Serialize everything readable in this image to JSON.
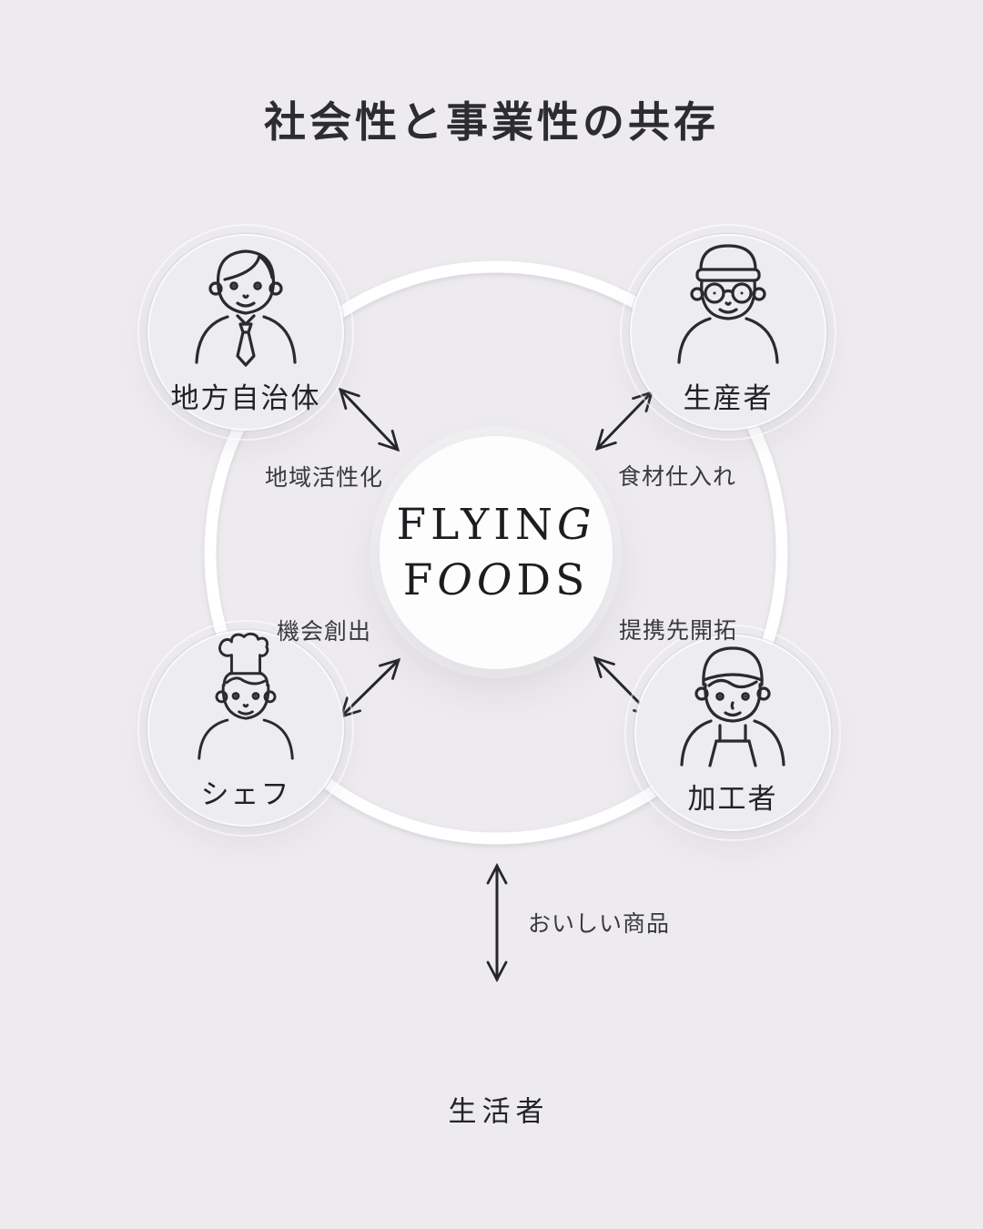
{
  "title": "社会性と事業性の共存",
  "logo": {
    "name": "FLYING FOODS",
    "lines": [
      [
        {
          "t": "FLYIN"
        },
        {
          "t": "G",
          "italic": true
        }
      ],
      [
        {
          "t": "F"
        },
        {
          "t": "O",
          "italic": true
        },
        {
          "t": "O",
          "italic": true
        },
        {
          "t": "DS"
        }
      ]
    ]
  },
  "actors": [
    {
      "role": "municipality",
      "label": "地方自治体",
      "icon": "government-officer-icon"
    },
    {
      "role": "producer",
      "label": "生産者",
      "icon": "farmer-icon"
    },
    {
      "role": "chef",
      "label": "シェフ",
      "icon": "chef-icon"
    },
    {
      "role": "processor",
      "label": "加工者",
      "icon": "food-processor-icon"
    }
  ],
  "relation_labels": {
    "municipality": "地域活性化",
    "producer": "食材仕入れ",
    "chef": "機会創出",
    "processor": "提携先開拓"
  },
  "bottom": {
    "arrow_label": "おいしい商品",
    "consumer_label": "生活者"
  },
  "colors": {
    "background": "#edebee",
    "ring": "#ffffff",
    "stroke": "#26262b",
    "center_circle": "#fdfdfe",
    "actor_circle": "#edecf0",
    "text": "#232327"
  }
}
